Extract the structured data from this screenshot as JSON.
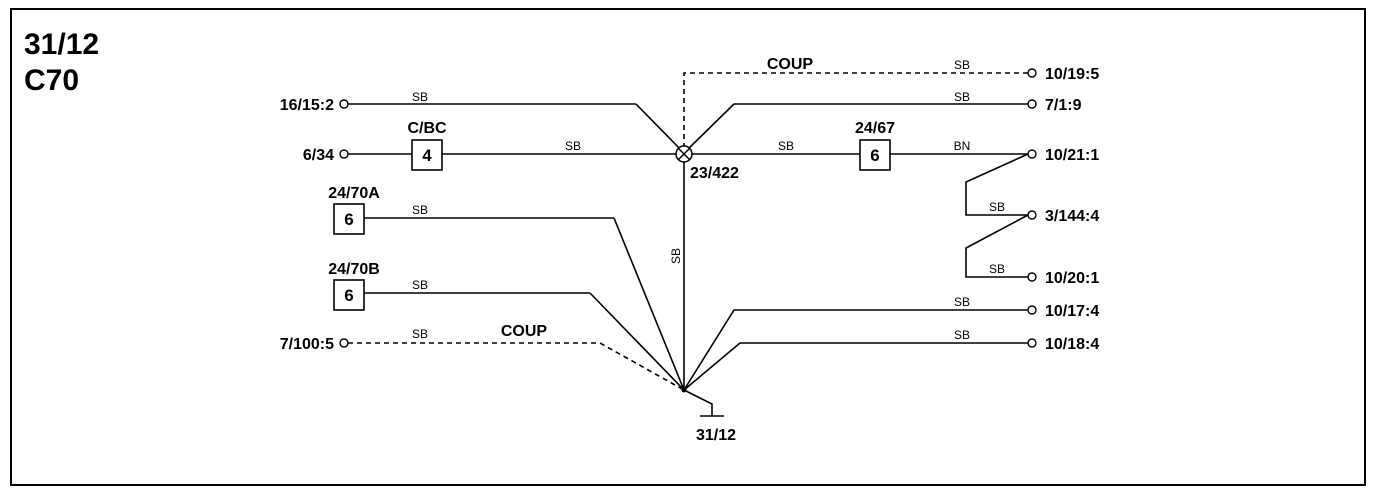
{
  "diagram": {
    "title_code": "31/12",
    "title_model": "C70",
    "connectors": {
      "c16_15_2": "16/15:2",
      "c6_34": "6/34",
      "c7_100_5": "7/100:5",
      "c10_19_5": "10/19:5",
      "c7_1_9": "7/1:9",
      "c10_21_1": "10/21:1",
      "c3_144_4": "3/144:4",
      "c10_20_1": "10/20:1",
      "c10_17_4": "10/17:4",
      "c10_18_4": "10/18:4"
    },
    "components": {
      "cbc": {
        "label": "C/BC",
        "pin": "4"
      },
      "c24_67": {
        "label": "24/67",
        "pin": "6"
      },
      "c24_70a": {
        "label": "24/70A",
        "pin": "6"
      },
      "c24_70b": {
        "label": "24/70B",
        "pin": "6"
      }
    },
    "splice": "23/422",
    "ground": "31/12",
    "coup_labels": [
      "COUP",
      "COUP"
    ],
    "wire_colors": {
      "w_16_15": "SB",
      "w_6_34": "SB",
      "w_24_67": "SB",
      "w_bn": "BN",
      "w_10_19": "SB",
      "w_7_1": "SB",
      "w_vertical": "SB",
      "w_24_70a": "SB",
      "w_24_70b": "SB",
      "w_7_100": "SB",
      "w_3_144_a": "SB",
      "w_3_144_b": "SB",
      "w_10_17": "SB",
      "w_10_18": "SB"
    }
  }
}
